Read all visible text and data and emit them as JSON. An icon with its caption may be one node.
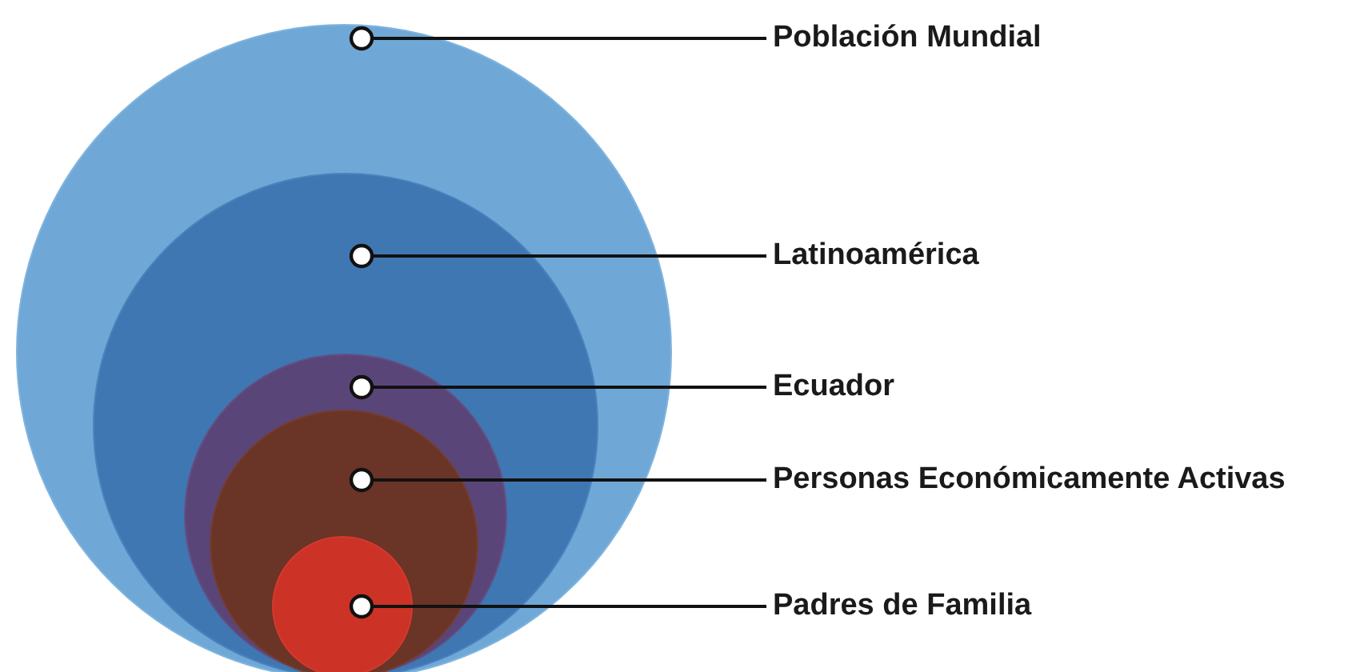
{
  "diagram": {
    "nodes": [
      {
        "text": [],
        "shape": "circle"
      },
      {
        "text": [
          "Población Mundial"
        ]
      },
      {
        "text": [],
        "shape": "circle",
        "in": 0
      },
      {
        "text": [
          "Latinoamérica"
        ]
      },
      {
        "text": [],
        "shape": "circle",
        "in": 2
      },
      {
        "text": [
          "Ecuador"
        ]
      },
      {
        "text": [],
        "shape": "circle",
        "in": 4
      },
      {
        "text": [
          "Personas Económicamente Activas"
        ]
      },
      {
        "text": [],
        "shape": "circle",
        "in": 6
      },
      {
        "text": [
          "Padres de Familia"
        ]
      }
    ],
    "edges": [
      {
        "from": 1,
        "to": 0,
        "arrow": "other"
      },
      {
        "from": 3,
        "to": 2,
        "arrow": "other"
      },
      {
        "from": 5,
        "to": 4,
        "arrow": "other"
      },
      {
        "from": 7,
        "to": 6,
        "arrow": "other"
      },
      {
        "from": 9,
        "to": 8,
        "arrow": "other"
      }
    ]
  }
}
